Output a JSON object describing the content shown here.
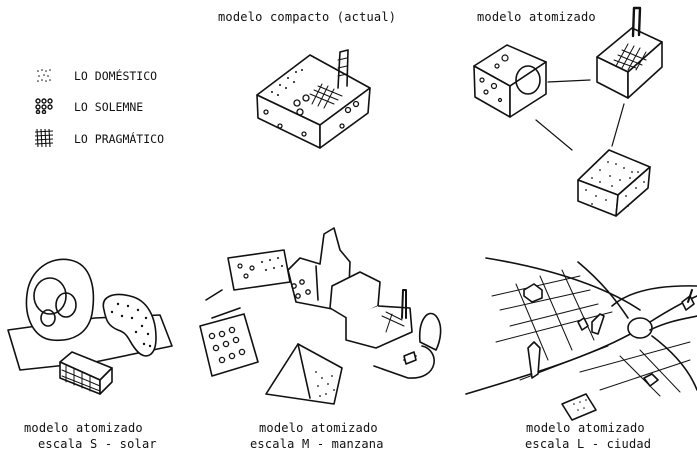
{
  "legend": [
    {
      "icon": "dots-fine-icon",
      "label": "LO DOMÉSTICO"
    },
    {
      "icon": "dots-coarse-icon",
      "label": "LO SOLEMNE"
    },
    {
      "icon": "grid-hatch-icon",
      "label": "LO PRAGMÁTICO"
    }
  ],
  "panels": {
    "compact": {
      "title": "modelo compacto (actual)"
    },
    "atomized": {
      "title": "modelo atomizado"
    },
    "scale_s": {
      "line1": "modelo atomizado",
      "line2": "escala S - solar"
    },
    "scale_m": {
      "line1": "modelo atomizado",
      "line2": "escala M - manzana"
    },
    "scale_l": {
      "line1": "modelo atomizado",
      "line2": "escala L - ciudad"
    }
  }
}
